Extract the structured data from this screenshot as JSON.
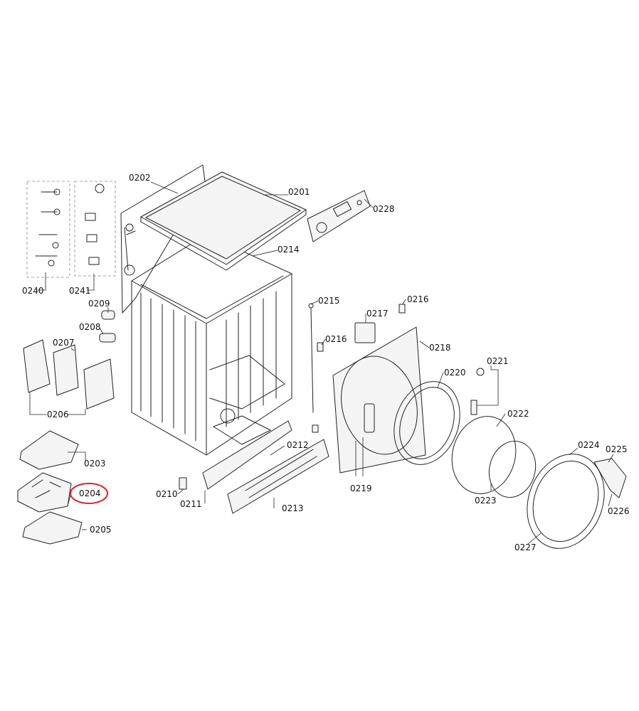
{
  "callouts": [
    {
      "id": "0201",
      "text": "0201"
    },
    {
      "id": "0202",
      "text": "0202"
    },
    {
      "id": "0203",
      "text": "0203"
    },
    {
      "id": "0204",
      "text": "0204",
      "highlight_color": "#e0202a"
    },
    {
      "id": "0205",
      "text": "0205"
    },
    {
      "id": "0206",
      "text": "0206"
    },
    {
      "id": "0207",
      "text": "0207"
    },
    {
      "id": "0208",
      "text": "0208"
    },
    {
      "id": "0209",
      "text": "0209"
    },
    {
      "id": "0210",
      "text": "0210"
    },
    {
      "id": "0211",
      "text": "0211"
    },
    {
      "id": "0212",
      "text": "0212"
    },
    {
      "id": "0213",
      "text": "0213"
    },
    {
      "id": "0214",
      "text": "0214"
    },
    {
      "id": "0215",
      "text": "0215"
    },
    {
      "id": "0216a",
      "text": "0216"
    },
    {
      "id": "0216b",
      "text": "0216"
    },
    {
      "id": "0217",
      "text": "0217"
    },
    {
      "id": "0218",
      "text": "0218"
    },
    {
      "id": "0219",
      "text": "0219"
    },
    {
      "id": "0220",
      "text": "0220"
    },
    {
      "id": "0221",
      "text": "0221"
    },
    {
      "id": "0222",
      "text": "0222"
    },
    {
      "id": "0223",
      "text": "0223"
    },
    {
      "id": "0224",
      "text": "0224"
    },
    {
      "id": "0225",
      "text": "0225"
    },
    {
      "id": "0226",
      "text": "0226"
    },
    {
      "id": "0227",
      "text": "0227"
    },
    {
      "id": "0228",
      "text": "0228"
    },
    {
      "id": "0240",
      "text": "0240"
    },
    {
      "id": "0241",
      "text": "0241"
    }
  ]
}
